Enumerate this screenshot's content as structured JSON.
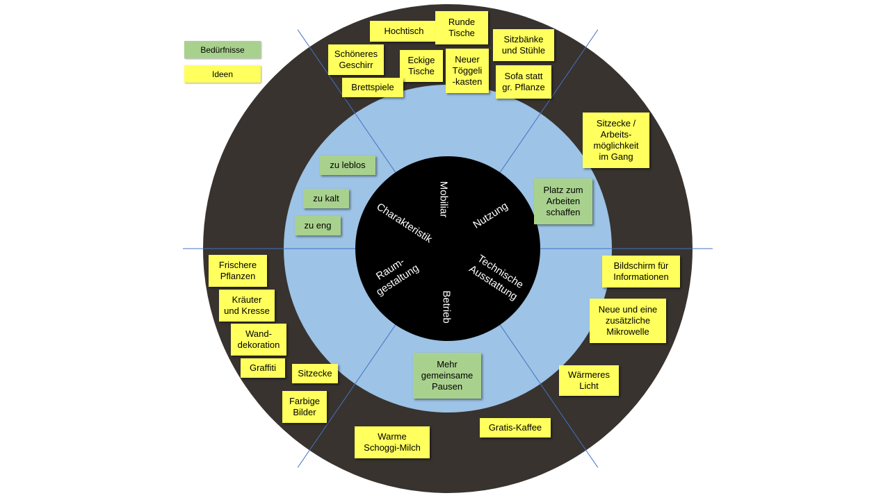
{
  "legend": {
    "needs_label": "Bedürfnisse",
    "ideas_label": "Ideen"
  },
  "colors": {
    "needs_note": "#a9d18e",
    "idea_note": "#ffff5e",
    "outer_ring": "#38332f",
    "middle_ring": "#9dc3e6",
    "center_circle": "#000000",
    "divider_line": "#4472c4"
  },
  "sectors": [
    {
      "label": "Mobiliar"
    },
    {
      "label": "Nutzung"
    },
    {
      "label": "Technische\nAusstattung"
    },
    {
      "label": "Betrieb"
    },
    {
      "label": "Raum-\ngestaltung"
    },
    {
      "label": "Charakteristik"
    }
  ],
  "notes": [
    {
      "text": "Hochtisch",
      "type": "idea"
    },
    {
      "text": "Runde\nTische",
      "type": "idea"
    },
    {
      "text": "Schöneres\nGeschirr",
      "type": "idea"
    },
    {
      "text": "Eckige\nTische",
      "type": "idea"
    },
    {
      "text": "Neuer\nTöggeli\n-kasten",
      "type": "idea"
    },
    {
      "text": "Sitzbänke\nund Stühle",
      "type": "idea"
    },
    {
      "text": "Sofa statt\ngr. Pflanze",
      "type": "idea"
    },
    {
      "text": "Brettspiele",
      "type": "idea"
    },
    {
      "text": "Sitzecke /\nArbeits-\nmöglichkeit\nim Gang",
      "type": "idea"
    },
    {
      "text": "Platz zum\nArbeiten\nschaffen",
      "type": "need"
    },
    {
      "text": "Bildschirm für\nInformationen",
      "type": "idea"
    },
    {
      "text": "Neue und eine\nzusätzliche\nMikrowelle",
      "type": "idea"
    },
    {
      "text": "Wärmeres\nLicht",
      "type": "idea"
    },
    {
      "text": "Gratis-Kaffee",
      "type": "idea"
    },
    {
      "text": "Mehr\ngemeinsame\nPausen",
      "type": "need"
    },
    {
      "text": "Warme\nSchoggi-Milch",
      "type": "idea"
    },
    {
      "text": "Farbige\nBilder",
      "type": "idea"
    },
    {
      "text": "Sitzecke",
      "type": "idea"
    },
    {
      "text": "Graffiti",
      "type": "idea"
    },
    {
      "text": "Wand-\ndekoration",
      "type": "idea"
    },
    {
      "text": "Kräuter\nund Kresse",
      "type": "idea"
    },
    {
      "text": "Frischere\nPflanzen",
      "type": "idea"
    },
    {
      "text": "zu leblos",
      "type": "need"
    },
    {
      "text": "zu kalt",
      "type": "need"
    },
    {
      "text": "zu eng",
      "type": "need"
    }
  ]
}
